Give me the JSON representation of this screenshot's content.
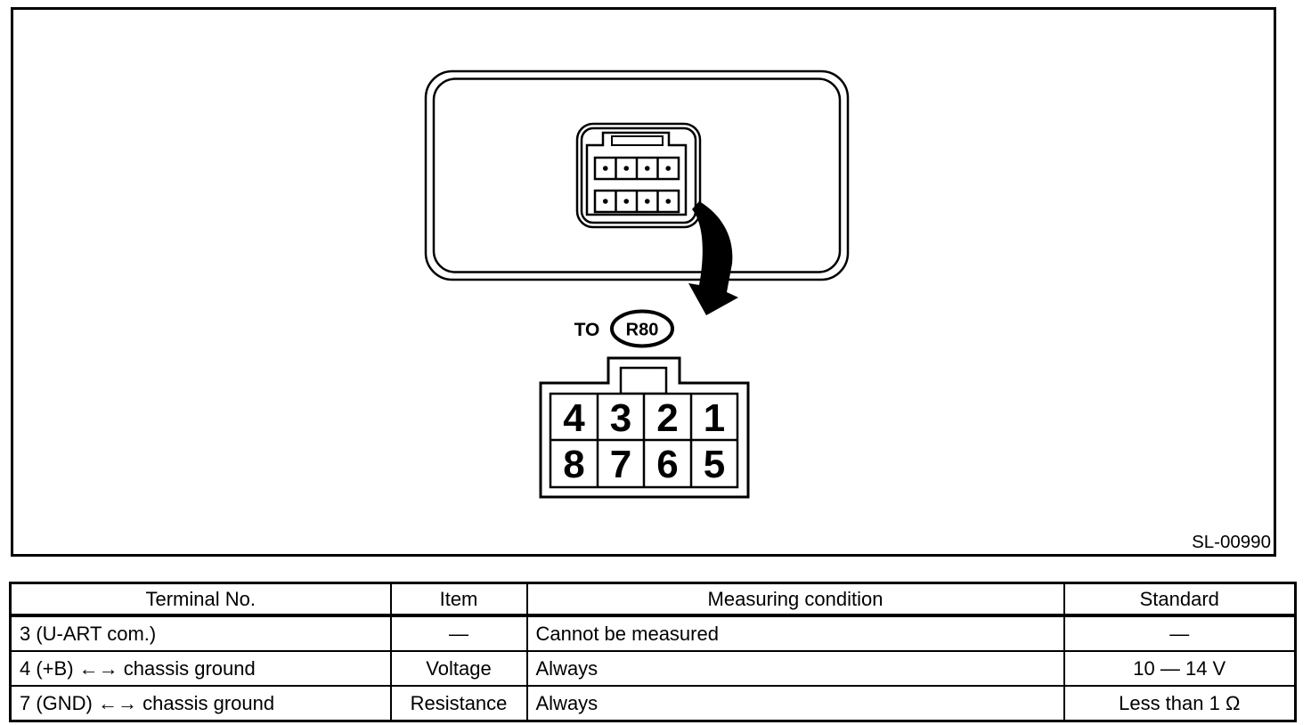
{
  "colors": {
    "ink": "#000000",
    "paper": "#ffffff"
  },
  "figure": {
    "to_label": "TO",
    "connector_ref": "R80",
    "figure_code": "SL-00990",
    "pinout": {
      "cells": [
        "4",
        "3",
        "2",
        "1",
        "8",
        "7",
        "6",
        "5"
      ]
    }
  },
  "table": {
    "headers": [
      "Terminal No.",
      "Item",
      "Measuring condition",
      "Standard"
    ],
    "rows": [
      [
        "3 (U-ART com.)",
        "—",
        "Cannot be measured",
        "—"
      ],
      [
        "4 (+B) ←→ chassis ground",
        "Voltage",
        "Always",
        "10 — 14 V"
      ],
      [
        "7 (GND) ←→ chassis ground",
        "Resistance",
        "Always",
        "Less than 1 Ω"
      ]
    ]
  }
}
